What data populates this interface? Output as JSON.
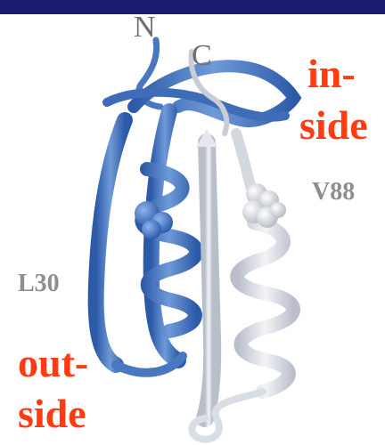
{
  "figure": {
    "labels": {
      "n_terminus": "N",
      "c_terminus": "C",
      "inside_line1": "in-",
      "inside_line2": "side",
      "residue_v88": "V88",
      "residue_l30": "L30",
      "outside_line1": "out-",
      "outside_line2": "side"
    },
    "colors": {
      "top_bar": "#1a1a6e",
      "ribbon_blue": "#4a78c0",
      "ribbon_light": "#d9dde4",
      "region_label": "#ff3b12",
      "residue_label": "#8e8e8e"
    }
  }
}
